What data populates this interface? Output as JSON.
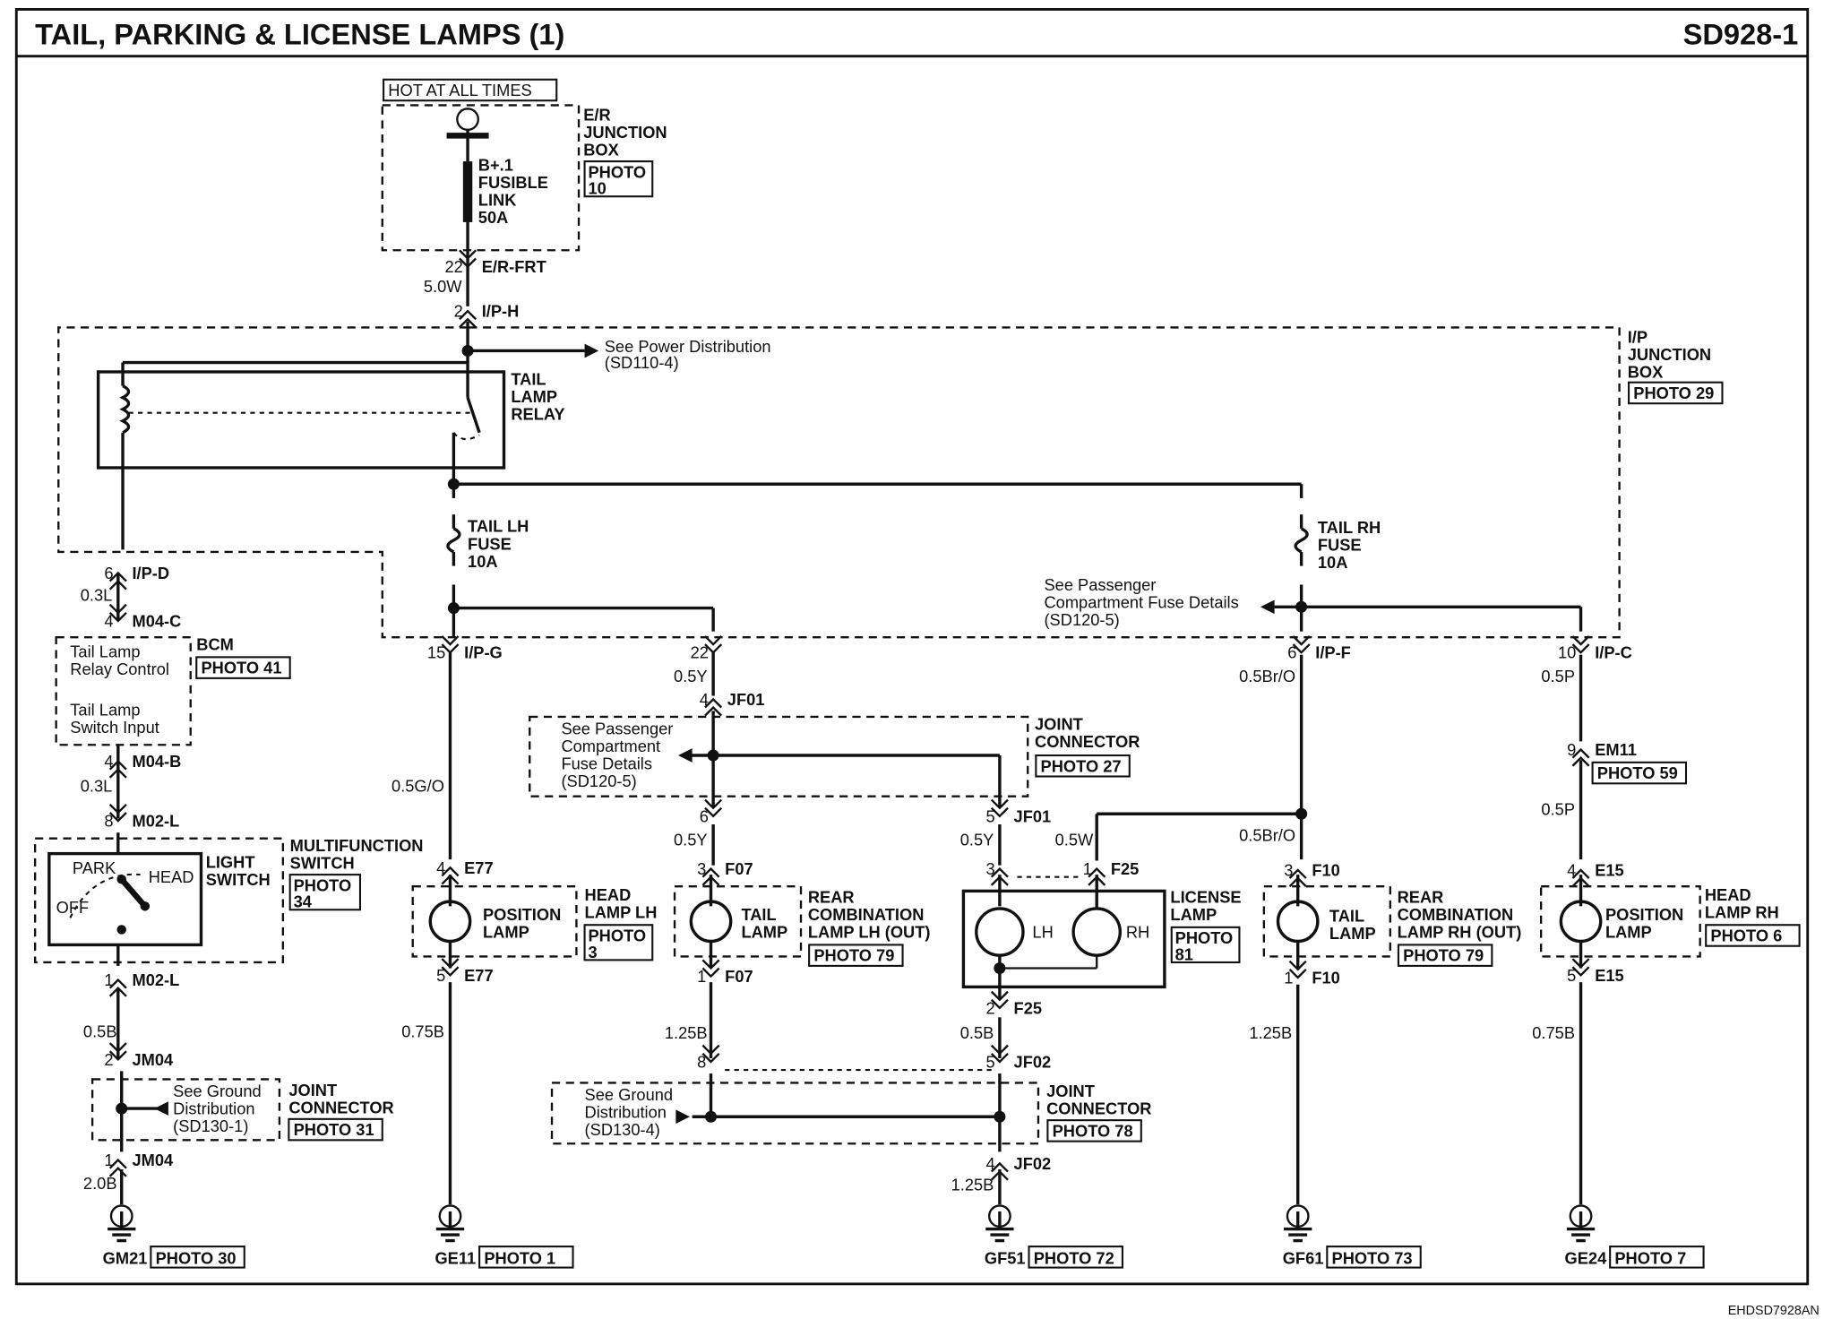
{
  "title": "TAIL, PARKING & LICENSE LAMPS (1)",
  "code": "SD928-1",
  "footer": "EHDSD7928AN",
  "hot_label": "HOT AT ALL TIMES",
  "er_junction": {
    "lines": [
      "E/R",
      "JUNCTION",
      "BOX"
    ],
    "photo": [
      "PHOTO",
      "10"
    ]
  },
  "fusible": {
    "lines": [
      "B+.1",
      "FUSIBLE",
      "LINK",
      "50A"
    ]
  },
  "ij_box": {
    "lines": [
      "I/P",
      "JUNCTION",
      "BOX"
    ],
    "photo": "PHOTO 29"
  },
  "relay": {
    "lines": [
      "TAIL",
      "LAMP",
      "RELAY"
    ]
  },
  "see_power": [
    "See Power Distribution",
    "(SD110-4)"
  ],
  "fuse_lh": {
    "lines": [
      "TAIL LH",
      "FUSE",
      "10A"
    ]
  },
  "fuse_rh": {
    "lines": [
      "TAIL RH",
      "FUSE",
      "10A"
    ]
  },
  "see_pass_top": [
    "See Passenger",
    "Compartment Fuse Details",
    "(SD120-5)"
  ],
  "see_pass_jf": [
    "See Passenger",
    "Compartment",
    "Fuse Details",
    "(SD120-5)"
  ],
  "bcm": {
    "name": "BCM",
    "photo": "PHOTO 41",
    "l1": [
      "Tail Lamp",
      "Relay Control"
    ],
    "l2": [
      "Tail Lamp",
      "Switch Input"
    ]
  },
  "mf_switch": {
    "name": [
      "MULTIFUNCTION",
      "SWITCH"
    ],
    "photo": [
      "PHOTO",
      "34"
    ],
    "sw": [
      "LIGHT",
      "SWITCH"
    ],
    "park": "PARK",
    "head": "HEAD",
    "off": "OFF"
  },
  "jc27": {
    "name": [
      "JOINT",
      "CONNECTOR"
    ],
    "photo": "PHOTO 27"
  },
  "jc31": {
    "name": [
      "JOINT",
      "CONNECTOR"
    ],
    "photo": "PHOTO 31"
  },
  "jc78": {
    "name": [
      "JOINT",
      "CONNECTOR"
    ],
    "photo": "PHOTO 78"
  },
  "see_ground_1": [
    "See Ground",
    "Distribution",
    "(SD130-1)"
  ],
  "see_ground_4": [
    "See Ground",
    "Distribution",
    "(SD130-4)"
  ],
  "head_lh": {
    "lamp": [
      "POSITION",
      "LAMP"
    ],
    "name": [
      "HEAD",
      "LAMP LH"
    ],
    "photo": [
      "PHOTO",
      "3"
    ]
  },
  "rear_lh": {
    "lamp": [
      "TAIL",
      "LAMP"
    ],
    "name": [
      "REAR",
      "COMBINATION",
      "LAMP LH (OUT)"
    ],
    "photo": "PHOTO 79"
  },
  "license": {
    "name": [
      "LICENSE",
      "LAMP"
    ],
    "photo": [
      "PHOTO",
      "81"
    ],
    "lh": "LH",
    "rh": "RH"
  },
  "rear_rh": {
    "lamp": [
      "TAIL",
      "LAMP"
    ],
    "name": [
      "REAR",
      "COMBINATION",
      "LAMP RH (OUT)"
    ],
    "photo": "PHOTO 79"
  },
  "head_rh": {
    "lamp": [
      "POSITION",
      "LAMP"
    ],
    "name": [
      "HEAD",
      "LAMP RH"
    ],
    "photo": "PHOTO 6"
  },
  "em11_photo": "PHOTO 59",
  "connectors": {
    "er_frt": [
      "22",
      "E/R-FRT"
    ],
    "iph": [
      "2",
      "I/P-H"
    ],
    "ipd": [
      "6",
      "I/P-D"
    ],
    "m04c": [
      "4",
      "M04-C"
    ],
    "m04b": [
      "4",
      "M04-B"
    ],
    "m02l_8": [
      "8",
      "M02-L"
    ],
    "m02l_1": [
      "1",
      "M02-L"
    ],
    "jm04_2": [
      "2",
      "JM04"
    ],
    "jm04_1": [
      "1",
      "JM04"
    ],
    "ipg": [
      "15",
      "I/P-G"
    ],
    "e77_4": [
      "4",
      "E77"
    ],
    "e77_5": [
      "5",
      "E77"
    ],
    "c22": [
      "22",
      ""
    ],
    "jf01_4": [
      "4",
      "JF01"
    ],
    "jf01_6": [
      "6",
      ""
    ],
    "jf01_5": [
      "5",
      "JF01"
    ],
    "f07_3": [
      "3",
      "F07"
    ],
    "f07_1": [
      "1",
      "F07"
    ],
    "jf02_8": [
      "8",
      ""
    ],
    "jf02_5": [
      "5",
      "JF02"
    ],
    "jf02_4": [
      "4",
      "JF02"
    ],
    "f25_3": [
      "3",
      ""
    ],
    "f25_1": [
      "1",
      "F25"
    ],
    "f25_2": [
      "2",
      "F25"
    ],
    "ipf": [
      "6",
      "I/P-F"
    ],
    "f10_3": [
      "3",
      "F10"
    ],
    "f10_1": [
      "1",
      "F10"
    ],
    "ipc": [
      "10",
      "I/P-C"
    ],
    "em11": [
      "9",
      "EM11"
    ],
    "e15_4": [
      "4",
      "E15"
    ],
    "e15_5": [
      "5",
      "E15"
    ]
  },
  "wires": {
    "w50W": "5.0W",
    "w03L_1": "0.3L",
    "w03L_2": "0.3L",
    "w05B": "0.5B",
    "w20B": "2.0B",
    "w05GO": "0.5G/O",
    "w075B_1": "0.75B",
    "w05Y_1": "0.5Y",
    "w05Y_2": "0.5Y",
    "w05Y_3": "0.5Y",
    "w125B_1": "1.25B",
    "w05W": "0.5W",
    "w05B_2": "0.5B",
    "w125B_2": "1.25B",
    "w05BrO_1": "0.5Br/O",
    "w05BrO_2": "0.5Br/O",
    "w125B_3": "1.25B",
    "w05P_1": "0.5P",
    "w05P_2": "0.5P",
    "w075B_2": "0.75B"
  },
  "grounds": {
    "gm21": [
      "GM21",
      "PHOTO 30"
    ],
    "ge11": [
      "GE11",
      "PHOTO 1"
    ],
    "gf51": [
      "GF51",
      "PHOTO 72"
    ],
    "gf61": [
      "GF61",
      "PHOTO 73"
    ],
    "ge24": [
      "GE24",
      "PHOTO 7"
    ]
  }
}
